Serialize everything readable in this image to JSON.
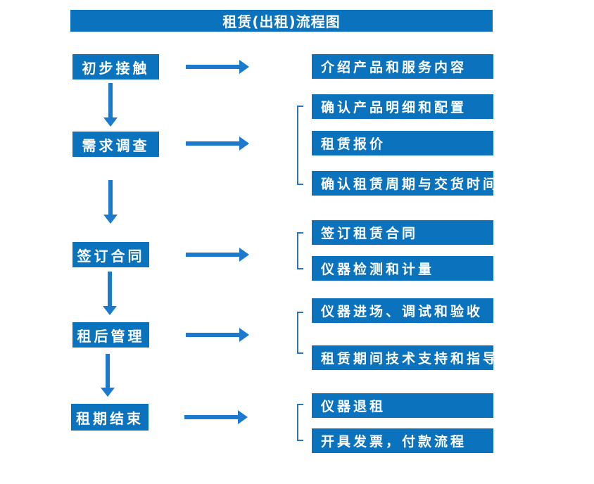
{
  "title": "租赁(出租)流程图",
  "colors": {
    "box_blue": "#0b72be",
    "arrow_blue": "#1b79ce",
    "bracket_blue": "#2e75b6",
    "text": "#ffffff",
    "background": "#ffffff"
  },
  "left_steps": [
    {
      "label": "初步接触",
      "outputs": [
        "介绍产品和服务内容"
      ]
    },
    {
      "label": "需求调查",
      "outputs": [
        "确认产品明细和配置",
        "租赁报价",
        "确认租赁周期与交货时间"
      ]
    },
    {
      "label": "签订合同",
      "outputs": [
        "签订租赁合同",
        "仪器检测和计量"
      ]
    },
    {
      "label": "租后管理",
      "outputs": [
        "仪器进场、调试和验收",
        "租赁期间技术支持和指导"
      ]
    },
    {
      "label": "租期结束",
      "outputs": [
        "仪器退租",
        "开具发票，付款流程"
      ]
    }
  ],
  "right_items": [
    {
      "label": "介绍产品和服务内容"
    },
    {
      "label": "确认产品明细和配置"
    },
    {
      "label": "租赁报价"
    },
    {
      "label": "确认租赁周期与交货时间"
    },
    {
      "label": "签订租赁合同"
    },
    {
      "label": "仪器检测和计量"
    },
    {
      "label": "仪器进场、调试和验收"
    },
    {
      "label": "租赁期间技术支持和指导"
    },
    {
      "label": "仪器退租"
    },
    {
      "label": "开具发票，付款流程"
    }
  ]
}
